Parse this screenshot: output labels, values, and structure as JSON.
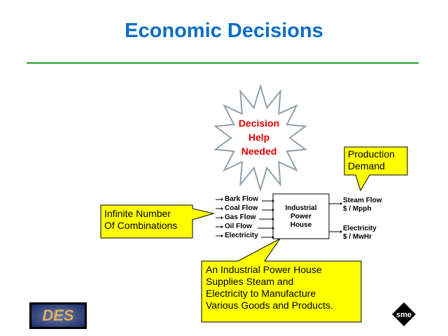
{
  "title": "Economic Decisions",
  "starburst": {
    "lines": [
      "Decision",
      "Help",
      "Needed"
    ]
  },
  "callouts": {
    "production": [
      "Production",
      "Demand"
    ],
    "combinations": [
      "Infinite Number",
      "Of Combinations"
    ],
    "powerhouse": [
      "An Industrial Power House",
      "Supplies Steam and",
      "Electricity to Manufacture",
      "Various Goods and Products."
    ]
  },
  "diagram": {
    "box_lines": [
      "Industrial",
      "Power",
      "House"
    ],
    "inputs": [
      "Bark Flow",
      "Coal Flow",
      "Gas Flow",
      "Oil Flow",
      "Electricity"
    ],
    "outputs": [
      {
        "name": "Steam Flow",
        "unit": "$ / Mpph"
      },
      {
        "name": "Electricity",
        "unit": "$ / MwHr"
      }
    ]
  },
  "logos": {
    "left": "DES",
    "right": "sme"
  },
  "colors": {
    "title": "#0a6ec8",
    "rule": "#1a9a2a",
    "callout": "#ffff00",
    "burst_text": "#e00000"
  }
}
